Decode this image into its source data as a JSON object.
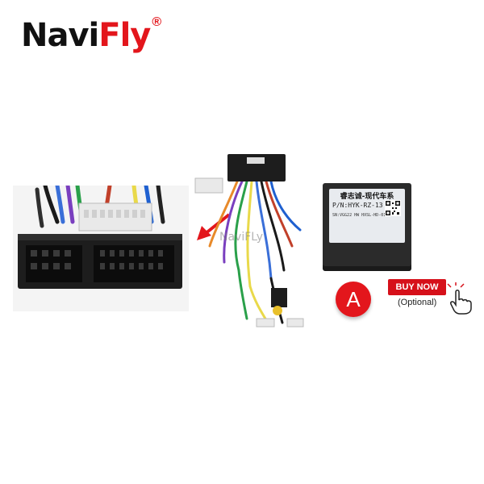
{
  "brand": {
    "name_part1": "Navi",
    "name_part2": "Fly",
    "registered": "®"
  },
  "watermark": "NaviFLy",
  "decoder_box": {
    "title": "睿志诚-现代车系",
    "part_number": "P/N:HYK-RZ-13",
    "serial": "SN:VGG22 HW HXSL-HD-0102"
  },
  "option_badge": "A",
  "buy_now": {
    "label": "BUY NOW",
    "note": "(Optional)"
  },
  "colors": {
    "brand_black": "#111111",
    "brand_red": "#e3161c",
    "button_red": "#d6101a"
  },
  "icons": [
    "arrow-icon",
    "pointing-hand-icon",
    "qr-code-icon"
  ]
}
